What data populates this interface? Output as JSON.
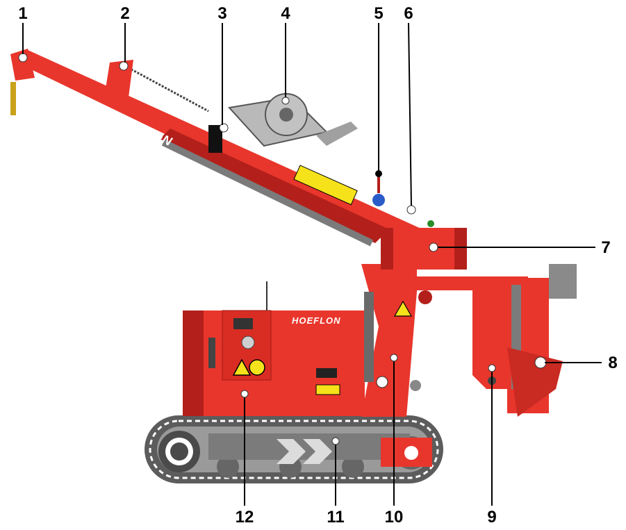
{
  "diagram": {
    "brand_text": "HOEFLON",
    "colors": {
      "body": "#e8362c",
      "body_dark": "#b3201b",
      "track": "#5c5c5c",
      "chassis": "#7b7b7b",
      "warning": "#f6e21a",
      "leader": "#000000",
      "hook": "#c9a11a"
    },
    "callouts": [
      {
        "label": "1"
      },
      {
        "label": "2"
      },
      {
        "label": "3"
      },
      {
        "label": "4"
      },
      {
        "label": "5"
      },
      {
        "label": "6"
      },
      {
        "label": "7"
      },
      {
        "label": "8"
      },
      {
        "label": "9"
      },
      {
        "label": "10"
      },
      {
        "label": "11"
      },
      {
        "label": "12"
      }
    ]
  }
}
